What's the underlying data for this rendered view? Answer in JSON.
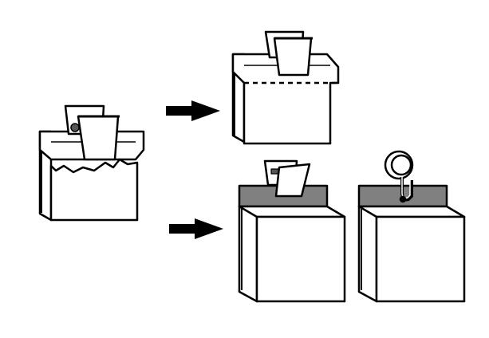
{
  "diagram": {
    "description_text": "",
    "colors": {
      "stroke": "#000000",
      "fill": "#ffffff",
      "arrow": "#000000",
      "lid_gray": "#808080"
    },
    "panels": [
      "torn-package",
      "perforated-package",
      "gray-lid-package",
      "hanger-package"
    ],
    "arrows": [
      "arrow-to-perforated",
      "arrow-to-gray-lid"
    ]
  }
}
